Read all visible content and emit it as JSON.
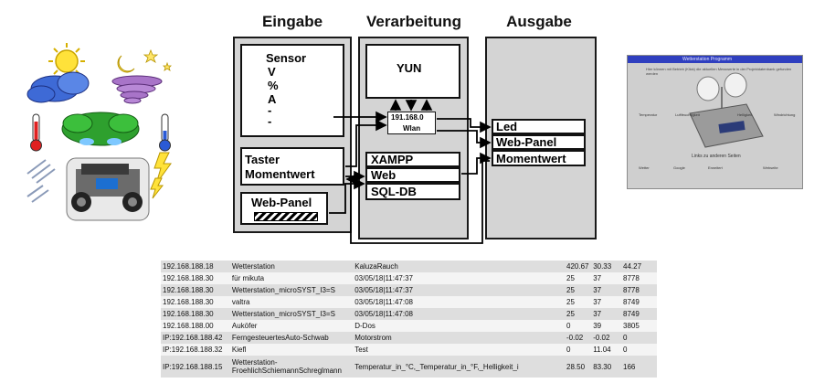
{
  "diagram": {
    "headings": {
      "input": "Eingabe",
      "processing": "Verarbeitung",
      "output": "Ausgabe"
    },
    "input": {
      "sensor_lines": [
        "Sensor",
        "V",
        "%",
        "A",
        "-",
        "-"
      ],
      "taster_lines": [
        "Taster",
        "Momentwert"
      ],
      "webpanel": "Web-Panel"
    },
    "processing": {
      "yun": "YUN",
      "ip_lines": [
        "191.168.0",
        "Wlan"
      ],
      "stack": [
        "XAMPP",
        "Web",
        "SQL-DB"
      ]
    },
    "output": {
      "items": [
        "Led",
        "Web-Panel",
        "Momentwert"
      ]
    }
  },
  "screenshot_thumb": {
    "title": "Wetterstation Programm",
    "subtitle": "Hier können mit Betrieb (Klick) die aktuellen Messwerte in der Projektdatenbank gefunden werden",
    "caption": "Links zu anderen Seiten",
    "labels": [
      "Temperatur",
      "Luftfeuchtigkeit",
      "Helligkeit",
      "Windrichtung",
      "Wetter",
      "Google",
      "Erweitert",
      "Webseite"
    ]
  },
  "table": {
    "rows": [
      [
        "192.168.188.18",
        "Wetterstation",
        "KaluzaRauch",
        "420.67",
        "30.33",
        "44.27"
      ],
      [
        "192.168.188.30",
        "für mikuta",
        "03/05/18|11:47:37",
        "25",
        "37",
        "8778"
      ],
      [
        "192.168.188.30",
        "Wetterstation_microSYST_I3=S",
        "03/05/18|11:47:37",
        "25",
        "37",
        "8778"
      ],
      [
        "192.168.188.30",
        "valtra",
        "03/05/18|11:47:08",
        "25",
        "37",
        "8749"
      ],
      [
        "192.168.188.30",
        "Wetterstation_microSYST_I3=S",
        "03/05/18|11:47:08",
        "25",
        "37",
        "8749"
      ],
      [
        "192.168.188.00",
        "Auköfer",
        "D-Dos",
        "0",
        "39",
        "3805"
      ],
      [
        "IP:192.168.188.42",
        "FerngesteuertesAuto-Schwab",
        "Motorstrom",
        "-0.02",
        "-0.02",
        "0"
      ],
      [
        "IP:192.168.188.32",
        "Kiefl",
        "Test",
        "0",
        "11.04",
        "0"
      ],
      [
        "IP:192.168.188.15",
        "Wetterstation-FroehlichSchiemannSchreglmann",
        "Temperatur_in_°C,_Temperatur_in_°F,_Helligkeit_i",
        "28.50",
        "83.30",
        "166"
      ]
    ]
  }
}
